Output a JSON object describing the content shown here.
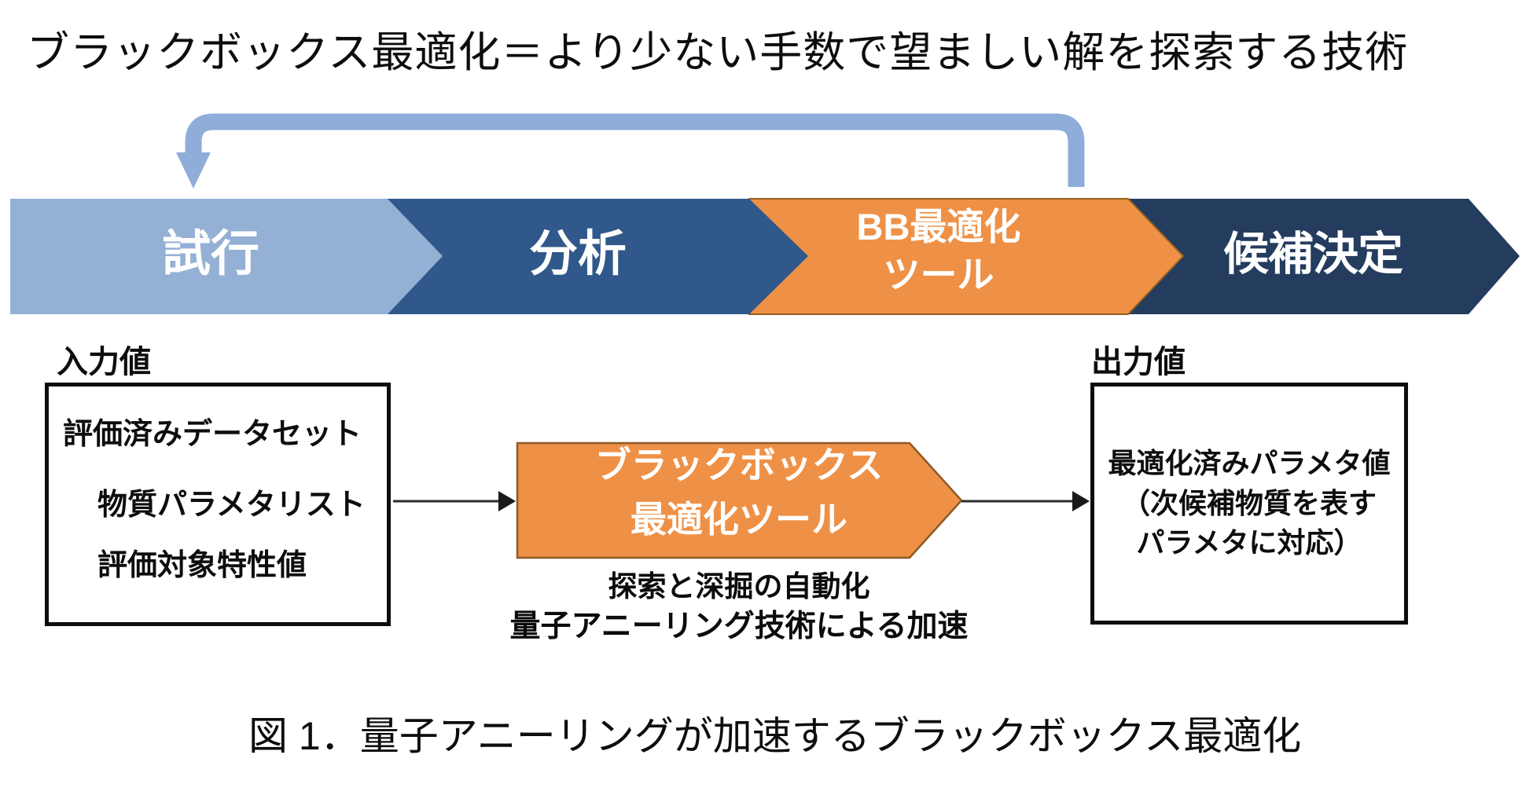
{
  "title": "ブラックボックス最適化＝より少ない手数で望ましい解を探索する技術",
  "process_flow": {
    "feedback_arrow": {
      "icon": "loop-back-arrow",
      "color": "#8eadd8"
    },
    "steps": [
      {
        "label": "試行",
        "color": "#94b0d5"
      },
      {
        "label": "分析",
        "color": "#30588a"
      },
      {
        "label_line1": "BB最適化",
        "label_line2": "ツール",
        "color": "#ee9147"
      },
      {
        "label": "候補決定",
        "color": "#243c5e"
      }
    ]
  },
  "input": {
    "label": "入力値",
    "dataset_label": "評価済みデータセット",
    "items": [
      {
        "label": "物質パラメタリスト"
      },
      {
        "label": "評価対象特性値"
      }
    ]
  },
  "tool": {
    "label_line1": "ブラックボックス",
    "label_line2": "最適化ツール",
    "color": "#ee9147",
    "note1": "探索と深掘の自動化",
    "note2": "量子アニーリング技術による加速"
  },
  "output": {
    "label": "出力値",
    "line1": "最適化済みパラメタ値",
    "line2": "（次候補物質を表す",
    "line3": "パラメタに対応）"
  },
  "caption": "図 1．量子アニーリングが加速するブラックボックス最適化"
}
